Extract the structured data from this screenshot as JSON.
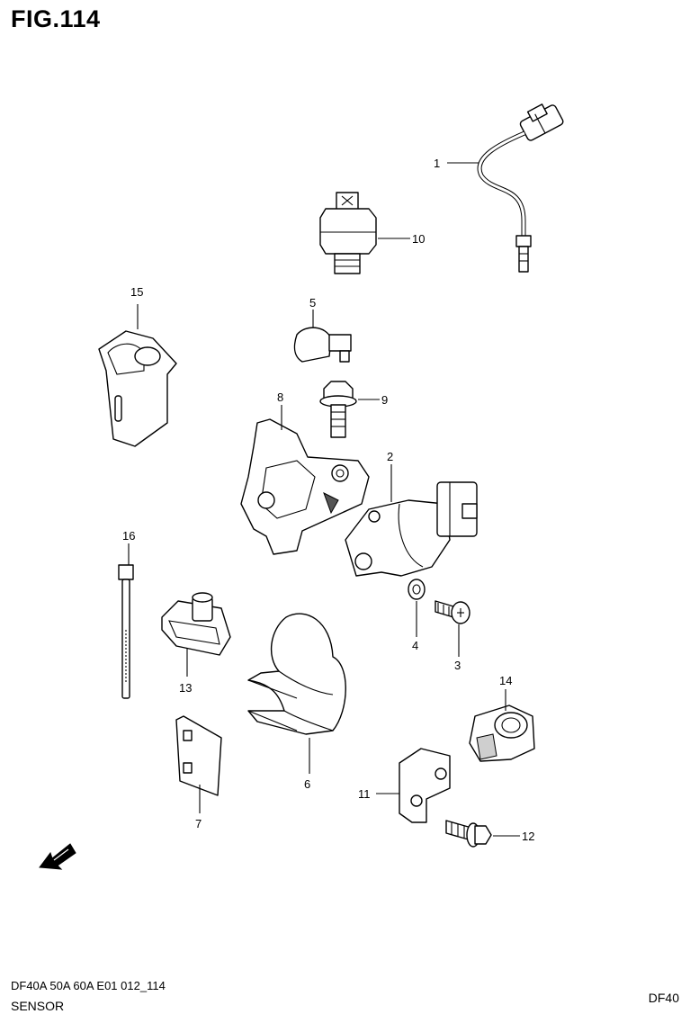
{
  "figure": {
    "title": "FIG.114"
  },
  "parts": {
    "p1": "1",
    "p2": "2",
    "p3": "3",
    "p4": "4",
    "p5": "5",
    "p6": "6",
    "p7": "7",
    "p8": "8",
    "p9": "9",
    "p10": "10",
    "p11": "11",
    "p12": "12",
    "p13": "13",
    "p14": "14",
    "p15": "15",
    "p16": "16"
  },
  "footer": {
    "model": "DF40A 50A 60A E01 012_114",
    "section": "SENSOR",
    "code": "DF40"
  },
  "icons": {
    "direction": "fwd-arrow-icon"
  }
}
